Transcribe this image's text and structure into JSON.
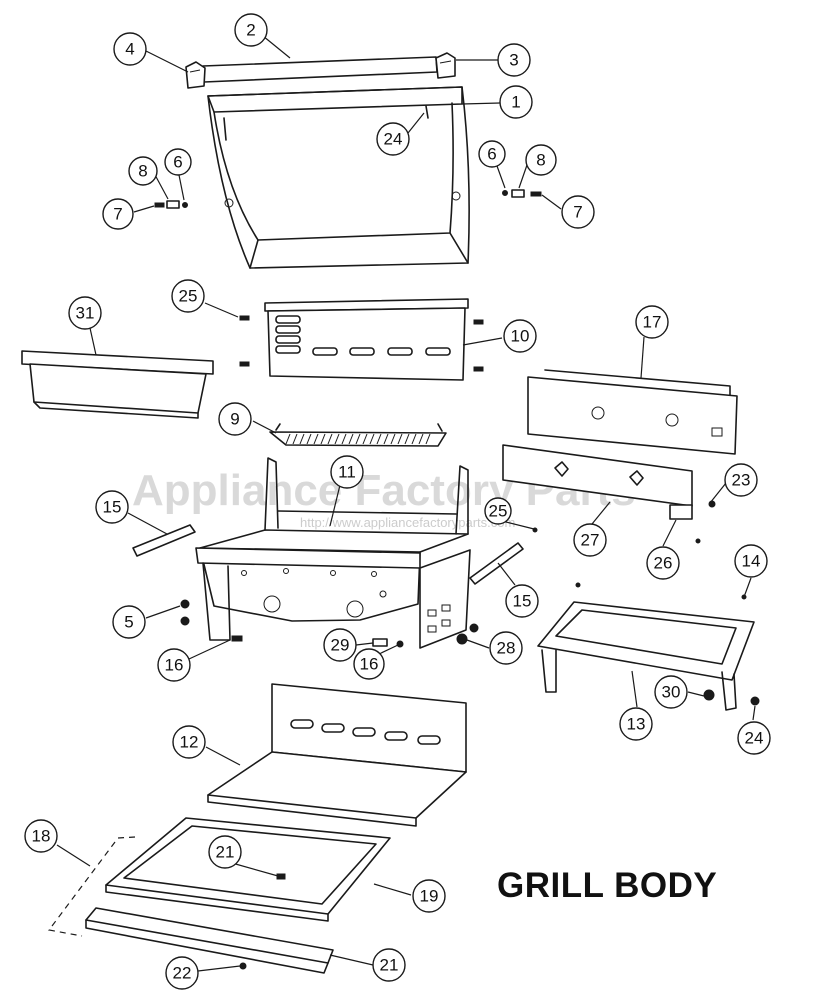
{
  "title": "GRILL BODY",
  "watermark": {
    "main": "Appliance Factory Parts",
    "url": "http://www.appliancefactoryparts.com"
  },
  "callouts": [
    {
      "id": "c1",
      "label": "1"
    },
    {
      "id": "c2",
      "label": "2"
    },
    {
      "id": "c3",
      "label": "3"
    },
    {
      "id": "c4",
      "label": "4"
    },
    {
      "id": "c24a",
      "label": "24"
    },
    {
      "id": "c6a",
      "label": "6"
    },
    {
      "id": "c8a",
      "label": "8"
    },
    {
      "id": "c7a",
      "label": "7"
    },
    {
      "id": "c6b",
      "label": "6"
    },
    {
      "id": "c8b",
      "label": "8"
    },
    {
      "id": "c7b",
      "label": "7"
    },
    {
      "id": "c25a",
      "label": "25"
    },
    {
      "id": "c10",
      "label": "10"
    },
    {
      "id": "c31",
      "label": "31"
    },
    {
      "id": "c17",
      "label": "17"
    },
    {
      "id": "c9",
      "label": "9"
    },
    {
      "id": "c11",
      "label": "11"
    },
    {
      "id": "c15a",
      "label": "15"
    },
    {
      "id": "c25b",
      "label": "25"
    },
    {
      "id": "c23",
      "label": "23"
    },
    {
      "id": "c27",
      "label": "27"
    },
    {
      "id": "c26",
      "label": "26"
    },
    {
      "id": "c14",
      "label": "14"
    },
    {
      "id": "c15b",
      "label": "15"
    },
    {
      "id": "c5",
      "label": "5"
    },
    {
      "id": "c16a",
      "label": "16"
    },
    {
      "id": "c29",
      "label": "29"
    },
    {
      "id": "c16b",
      "label": "16"
    },
    {
      "id": "c28",
      "label": "28"
    },
    {
      "id": "c30",
      "label": "30"
    },
    {
      "id": "c13",
      "label": "13"
    },
    {
      "id": "c24b",
      "label": "24"
    },
    {
      "id": "c12",
      "label": "12"
    },
    {
      "id": "c18",
      "label": "18"
    },
    {
      "id": "c21a",
      "label": "21"
    },
    {
      "id": "c19",
      "label": "19"
    },
    {
      "id": "c22",
      "label": "22"
    },
    {
      "id": "c21b",
      "label": "21"
    }
  ]
}
